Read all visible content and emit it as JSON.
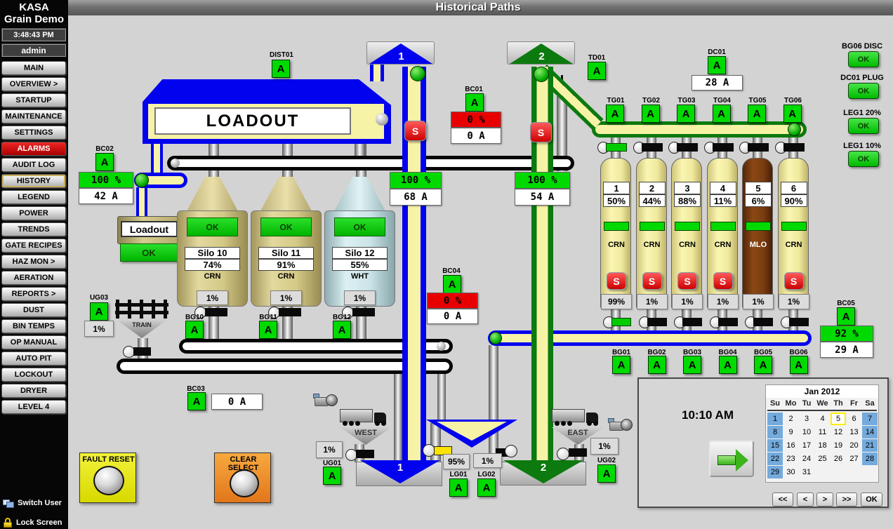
{
  "title": "Historical Paths",
  "sidebar": {
    "logo_line1": "KASA",
    "logo_line2": "Grain Demo",
    "time": "3:48:43 PM",
    "user": "admin",
    "items": [
      {
        "label": "MAIN",
        "state": "normal"
      },
      {
        "label": "OVERVIEW >",
        "state": "normal"
      },
      {
        "label": "STARTUP",
        "state": "normal"
      },
      {
        "label": "MAINTENANCE",
        "state": "normal"
      },
      {
        "label": "SETTINGS",
        "state": "normal"
      },
      {
        "label": "ALARMS",
        "state": "alarm"
      },
      {
        "label": "AUDIT LOG",
        "state": "normal"
      },
      {
        "label": "HISTORY",
        "state": "selected"
      },
      {
        "label": "LEGEND",
        "state": "normal"
      },
      {
        "label": "POWER",
        "state": "normal"
      },
      {
        "label": "TRENDS",
        "state": "normal"
      },
      {
        "label": "GATE RECIPES",
        "state": "normal"
      },
      {
        "label": "HAZ MON >",
        "state": "normal"
      },
      {
        "label": "AERATION",
        "state": "normal"
      },
      {
        "label": "REPORTS >",
        "state": "normal"
      },
      {
        "label": "DUST",
        "state": "normal"
      },
      {
        "label": "BIN TEMPS",
        "state": "normal"
      },
      {
        "label": "OP MANUAL",
        "state": "normal"
      },
      {
        "label": "AUTO PIT",
        "state": "normal"
      },
      {
        "label": "LOCKOUT",
        "state": "normal"
      },
      {
        "label": "DRYER",
        "state": "normal"
      },
      {
        "label": "LEVEL 4",
        "state": "normal"
      }
    ],
    "switch_user": "Switch User",
    "lock_screen": "Lock Screen"
  },
  "loadout": {
    "title": "LOADOUT",
    "spout_label": "Loadout",
    "spout_status": "OK"
  },
  "devices": {
    "DIST01": {
      "label": "DIST01",
      "state": "A"
    },
    "BC01": {
      "label": "BC01",
      "state": "A",
      "pct": "0 %",
      "amps": "0 A"
    },
    "BC02": {
      "label": "BC02",
      "state": "A",
      "pct": "100 %",
      "amps": "42 A"
    },
    "BC03": {
      "label": "BC03",
      "state": "A",
      "amps": "0 A"
    },
    "BC04": {
      "label": "BC04",
      "state": "A",
      "pct": "0 %",
      "amps": "0 A"
    },
    "BC05": {
      "label": "BC05",
      "state": "A",
      "pct": "92 %",
      "amps": "29 A"
    },
    "DC01": {
      "label": "DC01",
      "state": "A",
      "amps": "28 A"
    },
    "TD01": {
      "label": "TD01",
      "state": "A"
    },
    "UG01": {
      "label": "UG01",
      "state": "A",
      "pct": "1%"
    },
    "UG02": {
      "label": "UG02",
      "state": "A",
      "pct": "1%"
    },
    "UG03": {
      "label": "UG03",
      "state": "A",
      "pct": "1%"
    },
    "LG01": {
      "label": "LG01",
      "state": "A",
      "pct": "95%"
    },
    "LG02": {
      "label": "LG02",
      "state": "A",
      "pct": "1%"
    }
  },
  "elevators": [
    {
      "id": "1",
      "stop": "S",
      "speed": "100 %",
      "amps": "68 A"
    },
    {
      "id": "2",
      "stop": "S",
      "speed": "100 %",
      "amps": "54 A"
    }
  ],
  "silos": [
    {
      "gate": "BG10",
      "gate_state": "A",
      "status": "OK",
      "name": "Silo 10",
      "pct": "74%",
      "material": "CRN",
      "low": "1%",
      "color": "tan"
    },
    {
      "gate": "BG11",
      "gate_state": "A",
      "status": "OK",
      "name": "Silo 11",
      "pct": "91%",
      "material": "CRN",
      "low": "1%",
      "color": "tan"
    },
    {
      "gate": "BG12",
      "gate_state": "A",
      "status": "OK",
      "name": "Silo 12",
      "pct": "55%",
      "material": "WHT",
      "low": "1%",
      "color": "blue"
    }
  ],
  "tank_gates": [
    {
      "label": "TG01",
      "state": "A"
    },
    {
      "label": "TG02",
      "state": "A"
    },
    {
      "label": "TG03",
      "state": "A"
    },
    {
      "label": "TG04",
      "state": "A"
    },
    {
      "label": "TG05",
      "state": "A"
    },
    {
      "label": "TG06",
      "state": "A"
    }
  ],
  "bins": [
    {
      "num": "1",
      "pct": "50%",
      "material": "CRN",
      "low": "99%",
      "stop": "S",
      "color": "yellow"
    },
    {
      "num": "2",
      "pct": "44%",
      "material": "CRN",
      "low": "1%",
      "stop": "S",
      "color": "yellow"
    },
    {
      "num": "3",
      "pct": "88%",
      "material": "CRN",
      "low": "1%",
      "stop": "S",
      "color": "yellow"
    },
    {
      "num": "4",
      "pct": "11%",
      "material": "CRN",
      "low": "1%",
      "stop": "S",
      "color": "yellow"
    },
    {
      "num": "5",
      "pct": "6%",
      "material": "MLO",
      "low": "1%",
      "stop": null,
      "color": "brown"
    },
    {
      "num": "6",
      "pct": "90%",
      "material": "CRN",
      "low": "1%",
      "stop": "S",
      "color": "yellow"
    }
  ],
  "bin_gates": [
    {
      "label": "BG01",
      "state": "A"
    },
    {
      "label": "BG02",
      "state": "A"
    },
    {
      "label": "BG03",
      "state": "A"
    },
    {
      "label": "BG04",
      "state": "A"
    },
    {
      "label": "BG05",
      "state": "A"
    },
    {
      "label": "BG06",
      "state": "A"
    }
  ],
  "right_status": [
    {
      "label": "BG06 DISC",
      "value": "OK"
    },
    {
      "label": "DC01 PLUG",
      "value": "OK"
    },
    {
      "label": "LEG1 20%",
      "value": "OK"
    },
    {
      "label": "LEG1 10%",
      "value": "OK"
    }
  ],
  "pits": {
    "west": "WEST",
    "east": "EAST",
    "train": "TRAIN"
  },
  "action_buttons": {
    "fault_reset": "FAULT RESET",
    "clear_select": "CLEAR SELECT"
  },
  "calendar": {
    "time": "10:10 AM",
    "month": "Jan 2012",
    "day_names": [
      "Su",
      "Mo",
      "Tu",
      "We",
      "Th",
      "Fr",
      "Sa"
    ],
    "weeks": [
      [
        "1",
        "2",
        "3",
        "4",
        "5",
        "6",
        "7"
      ],
      [
        "8",
        "9",
        "10",
        "11",
        "12",
        "13",
        "14"
      ],
      [
        "15",
        "16",
        "17",
        "18",
        "19",
        "20",
        "21"
      ],
      [
        "22",
        "23",
        "24",
        "25",
        "26",
        "27",
        "28"
      ],
      [
        "29",
        "30",
        "31",
        "",
        "",
        "",
        ""
      ]
    ],
    "selected_day": "5",
    "nav": [
      "<<",
      "<",
      ">",
      ">>",
      "OK"
    ]
  },
  "icons": {
    "switch_user": "user-cards-icon",
    "lock": "lock-icon",
    "camera": "camera-icon",
    "truck": "truck-icon",
    "go": "green-arrow-icon",
    "train": "rail-grate-icon"
  },
  "colors": {
    "green": "#00da00",
    "red": "#e80000",
    "blue": "#0202ee",
    "dark_green": "#0c7a0e",
    "pale_yellow": "#f6f2a6",
    "brown": "#7a3c10",
    "weekend_blue": "#74aadc",
    "alarm_red": "#cc0000",
    "fault_yellow": "#e8e80c",
    "clear_orange": "#f09020"
  }
}
